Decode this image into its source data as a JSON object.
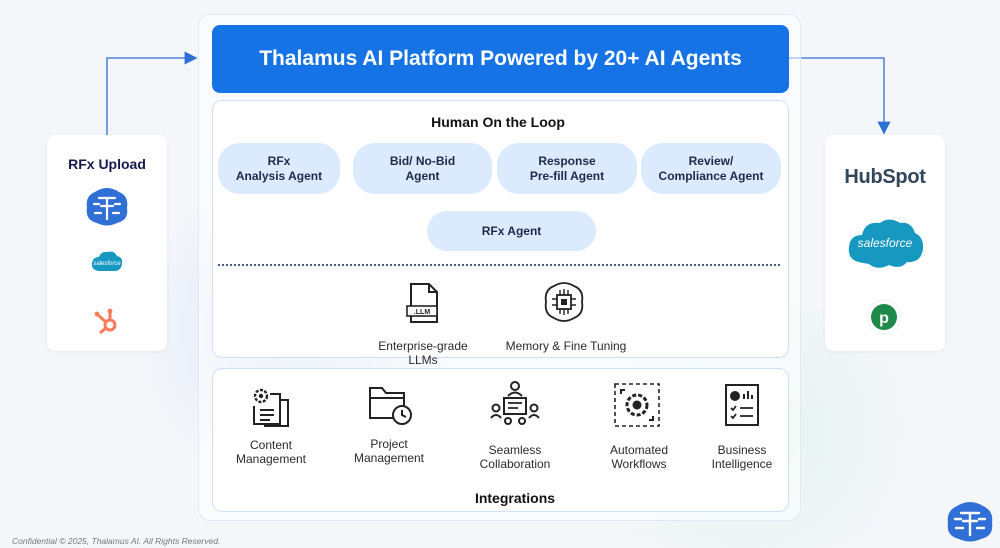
{
  "banner": {
    "title": "Thalamus AI Platform Powered by 20+ AI Agents"
  },
  "left_card": {
    "title": "RFx Upload",
    "icons": [
      "thalamus-brain-logo",
      "salesforce-logo",
      "hubspot-logo"
    ],
    "salesforce_small": "salesforce"
  },
  "right_card": {
    "icons": [
      "hubspot-logo",
      "salesforce-logo",
      "pipedrive-logo"
    ],
    "hubspot_word": "HubSpot",
    "salesforce_word": "salesforce",
    "pipedrive_letter": "p"
  },
  "agents": {
    "heading": "Human On the Loop",
    "items": [
      {
        "label": "RFx\nAnalysis Agent"
      },
      {
        "label": "Bid/ No-Bid\nAgent"
      },
      {
        "label": "Response\nPre-fill Agent"
      },
      {
        "label": "Review/\nCompliance Agent"
      }
    ],
    "center": "RFx Agent"
  },
  "core": [
    {
      "label": "Enterprise-grade LLMs",
      "icon": "llm-file-icon",
      "icon_text": ".LLM"
    },
    {
      "label": "Memory & Fine Tuning",
      "icon": "brain-chip-icon"
    }
  ],
  "tools": [
    {
      "label": "Content\nManagement",
      "icon": "content-management-icon"
    },
    {
      "label": "Project\nManagement",
      "icon": "folder-clock-icon"
    },
    {
      "label": "Seamless\nCollaboration",
      "icon": "collaboration-icon"
    },
    {
      "label": "Automated\nWorkflows",
      "icon": "gear-workflow-icon"
    },
    {
      "label": "Business\nIntelligence",
      "icon": "report-icon"
    }
  ],
  "integrations": "Integrations",
  "footer": "Confidential © 2025, Thalamus AI. All Rights Reserved.",
  "colors": {
    "brand_blue": "#1673e6",
    "pill_blue": "#dbeafc",
    "connector": "#2f6fd6",
    "hubspot_orange": "#ff7a59",
    "salesforce_blue": "#1798c1",
    "pipedrive_green": "#1e8a4a"
  }
}
